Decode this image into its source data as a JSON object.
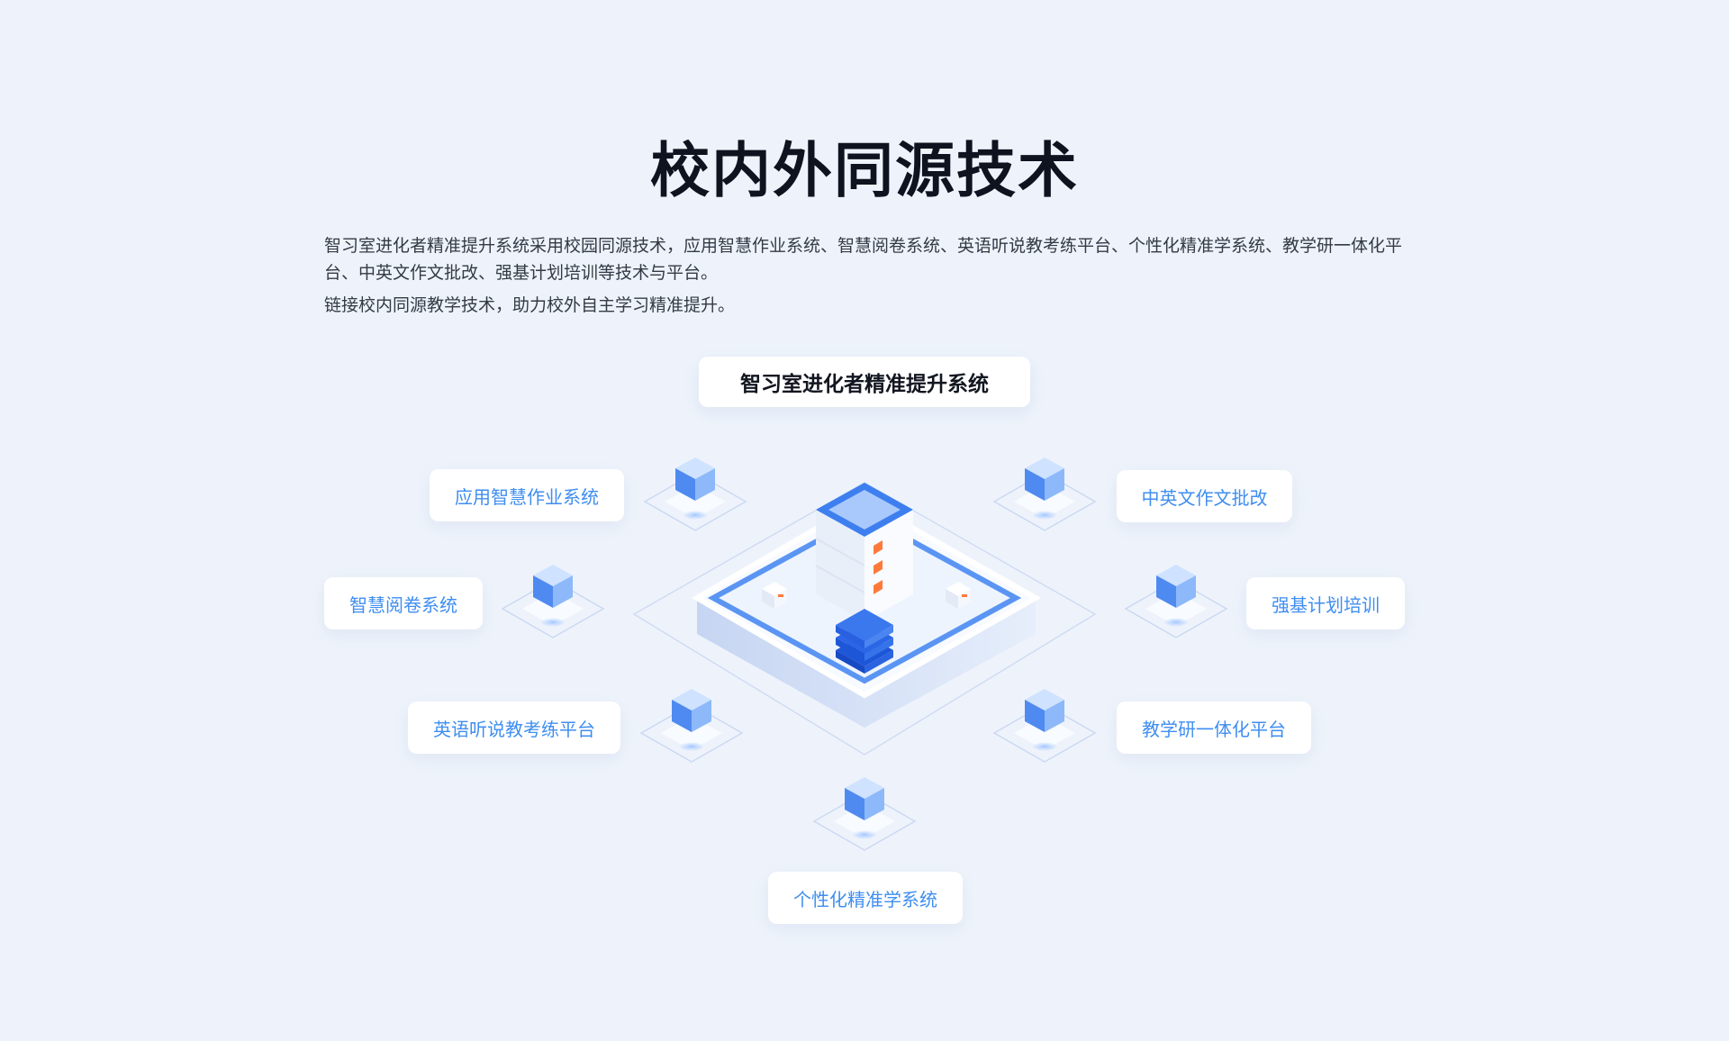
{
  "heading": "校内外同源技术",
  "description": {
    "line1": "智习室进化者精准提升系统采用校园同源技术，应用智慧作业系统、智慧阅卷系统、英语听说教考练平台、个性化精准学系统、教学研一体化平台、中英文作文批改、强基计划培训等技术与平台。",
    "line2": "链接校内同源教学技术，助力校外自主学习精准提升。"
  },
  "center_label": "智习室进化者精准提升系统",
  "nodes": {
    "homework": "应用智慧作业系统",
    "grading": "智慧阅卷系统",
    "english": "英语听说教考练平台",
    "personalized": "个性化精准学系统",
    "composition": "中英文作文批改",
    "strong_base": "强基计划培训",
    "teaching": "教学研一体化平台"
  },
  "colors": {
    "accent": "#3f8ef0",
    "cube_dark": "#3a78ee",
    "cube_light": "#9cc3fb",
    "server_stripe": "#ff7a3a",
    "background": "#eef3fb"
  }
}
